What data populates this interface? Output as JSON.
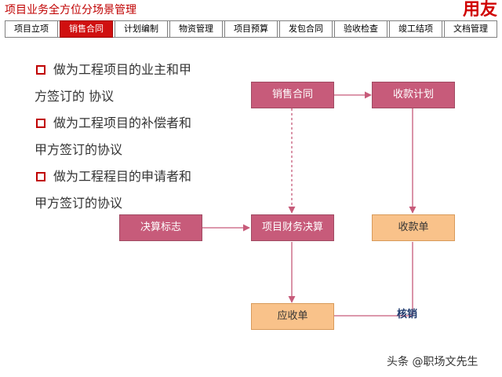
{
  "header": {
    "title": "项目业务全方位分场景管理",
    "logo_text": "用友"
  },
  "tabs": [
    {
      "label": "项目立项",
      "active": false
    },
    {
      "label": "销售合同",
      "active": true
    },
    {
      "label": "计划编制",
      "active": false
    },
    {
      "label": "物资管理",
      "active": false
    },
    {
      "label": "项目预算",
      "active": false
    },
    {
      "label": "发包合同",
      "active": false
    },
    {
      "label": "验收检查",
      "active": false
    },
    {
      "label": "竣工结项",
      "active": false
    },
    {
      "label": "文档管理",
      "active": false
    }
  ],
  "bullets": [
    {
      "line1": "做为工程项目的业主和甲",
      "line2": "方签订的 协议"
    },
    {
      "line1": "做为工程项目的补偿者和",
      "line2": "甲方签订的协议"
    },
    {
      "line1": "做为工程程目的申请者和",
      "line2": "甲方签订的协议"
    }
  ],
  "flow": {
    "sales_contract": "销售合同",
    "payment_plan": "收款计划",
    "settlement_flag": "决算标志",
    "project_settlement": "项目财务决算",
    "receipt": "收款单",
    "receivable": "应收单",
    "write_off": "核销"
  },
  "watermark": "头条 @职场文先生",
  "colors": {
    "accent": "#c00000",
    "flow_box": "#c75b7a",
    "flow_box_alt": "#f9c28a",
    "text_dark": "#1f3a6e"
  }
}
